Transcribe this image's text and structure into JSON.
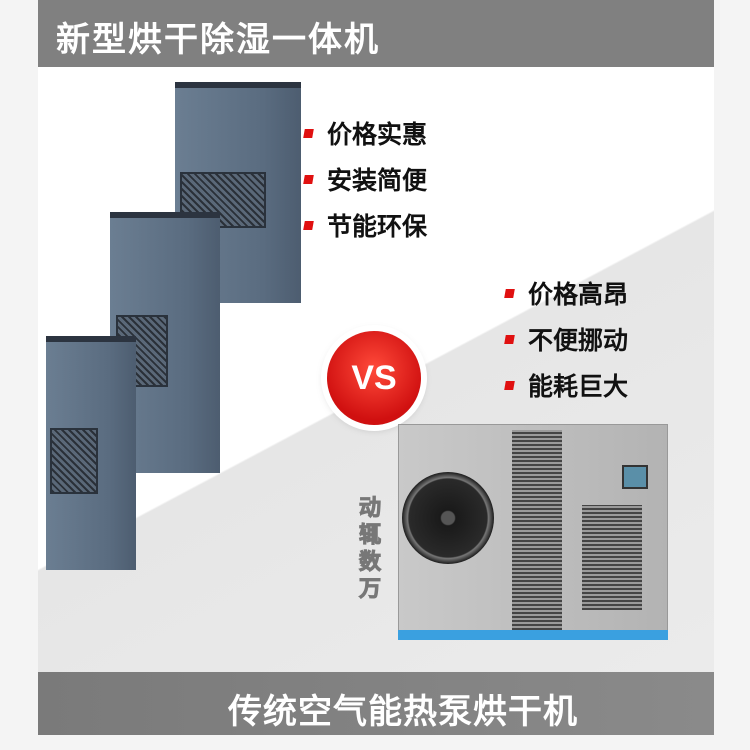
{
  "header": {
    "title": "新型烘干除湿一体机"
  },
  "pros": {
    "items": [
      {
        "label": "价格实惠"
      },
      {
        "label": "安装简便"
      },
      {
        "label": "节能环保"
      }
    ]
  },
  "cons": {
    "items": [
      {
        "label": "价格高昂"
      },
      {
        "label": "不便挪动"
      },
      {
        "label": "能耗巨大"
      }
    ]
  },
  "vs_badge": {
    "label": "VS"
  },
  "price_note": {
    "label": "动辄数万"
  },
  "footer": {
    "title": "传统空气能热泵烘干机"
  },
  "colors": {
    "banner": "#808080",
    "bullet": "#e01010",
    "vs": "#d01010",
    "base_strip": "#3aa0e0"
  }
}
